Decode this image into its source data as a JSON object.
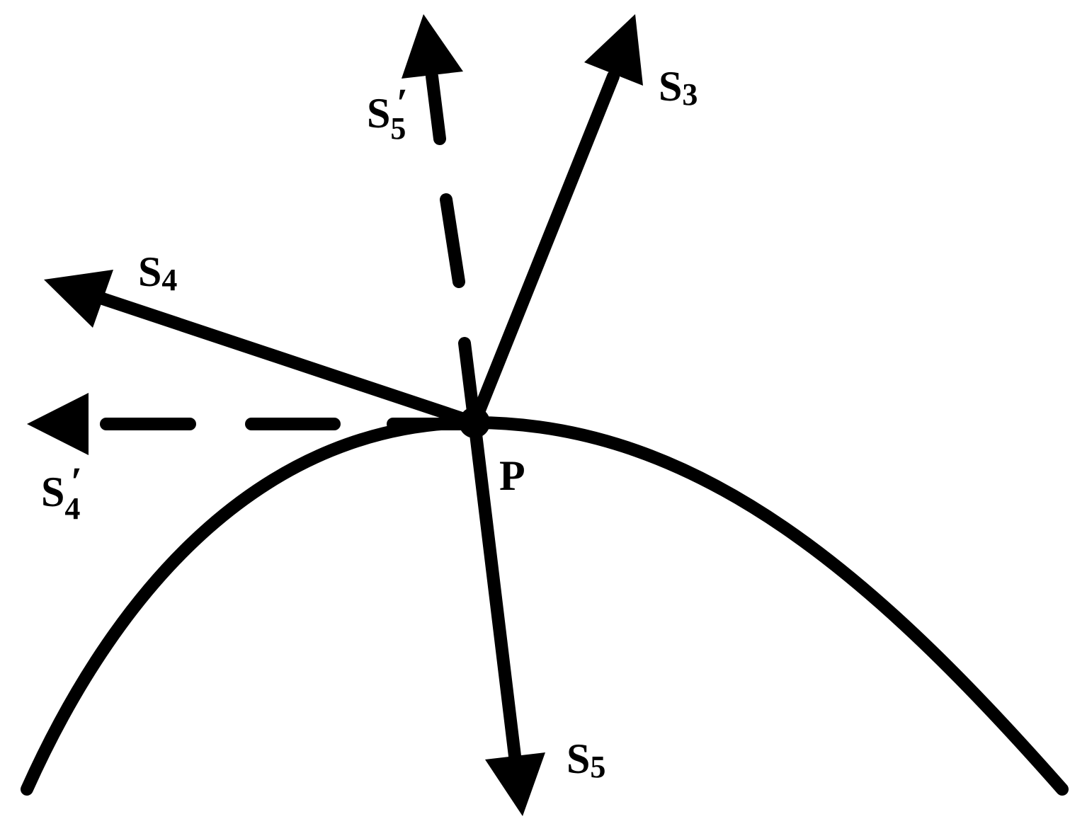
{
  "labels": {
    "s3": {
      "base": "S",
      "sub": "3",
      "prime": ""
    },
    "s4": {
      "base": "S",
      "sub": "4",
      "prime": ""
    },
    "s5": {
      "base": "S",
      "sub": "5",
      "prime": ""
    },
    "s4_prime": {
      "base": "S",
      "sub": "4",
      "prime": "′"
    },
    "s5_prime": {
      "base": "S",
      "sub": "5",
      "prime": "′"
    },
    "point": "P"
  },
  "colors": {
    "ink": "#000000",
    "background": "#ffffff"
  }
}
